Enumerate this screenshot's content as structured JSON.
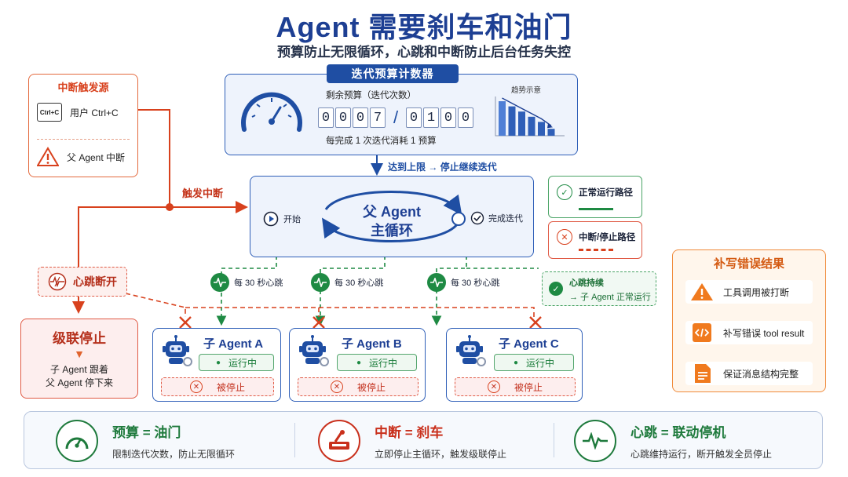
{
  "title": "Agent 需要刹车和油门",
  "subtitle": "预算防止无限循环，心跳和中断防止后台任务失控",
  "interrupt_sources": {
    "title": "中断触发源",
    "kbd_icon_text": "Ctrl+C",
    "items": [
      {
        "label": "用户 Ctrl+C",
        "icon": "keyboard-icon"
      },
      {
        "label": "父 Agent 中断",
        "icon": "warning-icon"
      }
    ]
  },
  "trigger_label": "触发中断",
  "budget": {
    "tag": "迭代预算计数器",
    "remaining_label": "剩余预算（迭代次数）",
    "current_digits": [
      "0",
      "0",
      "0",
      "7"
    ],
    "separator": "/",
    "total_digits": [
      "0",
      "1",
      "0",
      "0"
    ],
    "note": "每完成 1 次迭代消耗 1 预算",
    "trend_label": "趋势示意",
    "trend_values": [
      10,
      8.5,
      7,
      5.5,
      4,
      2
    ],
    "limit_label": "达到上限 → 停止继续迭代"
  },
  "main_loop": {
    "title_line1": "父 Agent",
    "title_line2": "主循环",
    "start_label": "开始",
    "done_label": "完成迭代"
  },
  "legend": {
    "normal": "正常运行路径",
    "interrupt": "中断/停止路径"
  },
  "heartbeat": {
    "label": "每 30 秒心跳",
    "continue_title": "心跳持续",
    "continue_desc": "→ 子 Agent 正常运行"
  },
  "agents": [
    {
      "name": "子 Agent A",
      "running": "运行中",
      "stopped": "被停止"
    },
    {
      "name": "子 Agent B",
      "running": "运行中",
      "stopped": "被停止"
    },
    {
      "name": "子 Agent C",
      "running": "运行中",
      "stopped": "被停止"
    }
  ],
  "heartbeat_break": "心跳断开",
  "cascade": {
    "title": "级联停止",
    "desc_line1": "子 Agent 跟着",
    "desc_line2": "父 Agent 停下来"
  },
  "fix_results": {
    "title": "补写错误结果",
    "steps": [
      "工具调用被打断",
      "补写错误 tool result",
      "保证消息结构完整"
    ]
  },
  "summary": [
    {
      "title": "预算 = 油门",
      "desc": "限制迭代次数，防止无限循环",
      "color": "#1e7a3c",
      "icon": "gauge-icon"
    },
    {
      "title": "中断 = 刹车",
      "desc": "立即停止主循环，触发级联停止",
      "color": "#c9301c",
      "icon": "brake-icon"
    },
    {
      "title": "心跳 = 联动停机",
      "desc": "心跳维持运行，断开触发全员停止",
      "color": "#1e7a3c",
      "icon": "heartbeat-icon"
    }
  ],
  "colors": {
    "primary": "#1d3f93",
    "stop": "#d8411d",
    "normal": "#1e8a43",
    "fix": "#f08a3a"
  }
}
